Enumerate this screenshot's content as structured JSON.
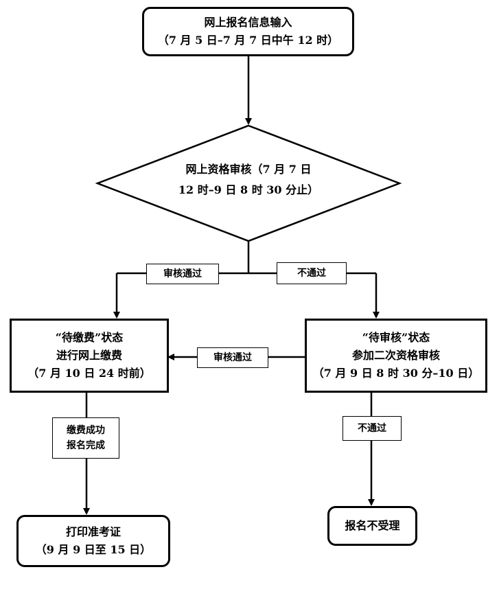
{
  "nodes": {
    "start": {
      "line1": "网上报名信息输入",
      "line2": "（7 月 5 日–7 月 7 日中午 12 时）"
    },
    "review": {
      "line1": "网上资格审核（7 月 7 日",
      "line2": "12 时–9 日 8 时 30 分止）"
    },
    "pay": {
      "line1": "“待缴费”状态",
      "line2": "进行网上缴费",
      "line3": "（7 月 10 日 24 时前）"
    },
    "second_review": {
      "line1": "“待审核”状态",
      "line2": "参加二次资格审核",
      "line3": "（7 月 9 日 8 时 30 分–10 日）"
    },
    "print": {
      "line1": "打印准考证",
      "line2": "（9 月 9 日至 15 日）"
    },
    "rejected": {
      "line1": "报名不受理"
    }
  },
  "edge_labels": {
    "pass_left": "审核通过",
    "fail_right": "不通过",
    "pass_second": "审核通过",
    "paid_line1": "缴费成功",
    "paid_line2": "报名完成",
    "fail_second": "不通过"
  }
}
